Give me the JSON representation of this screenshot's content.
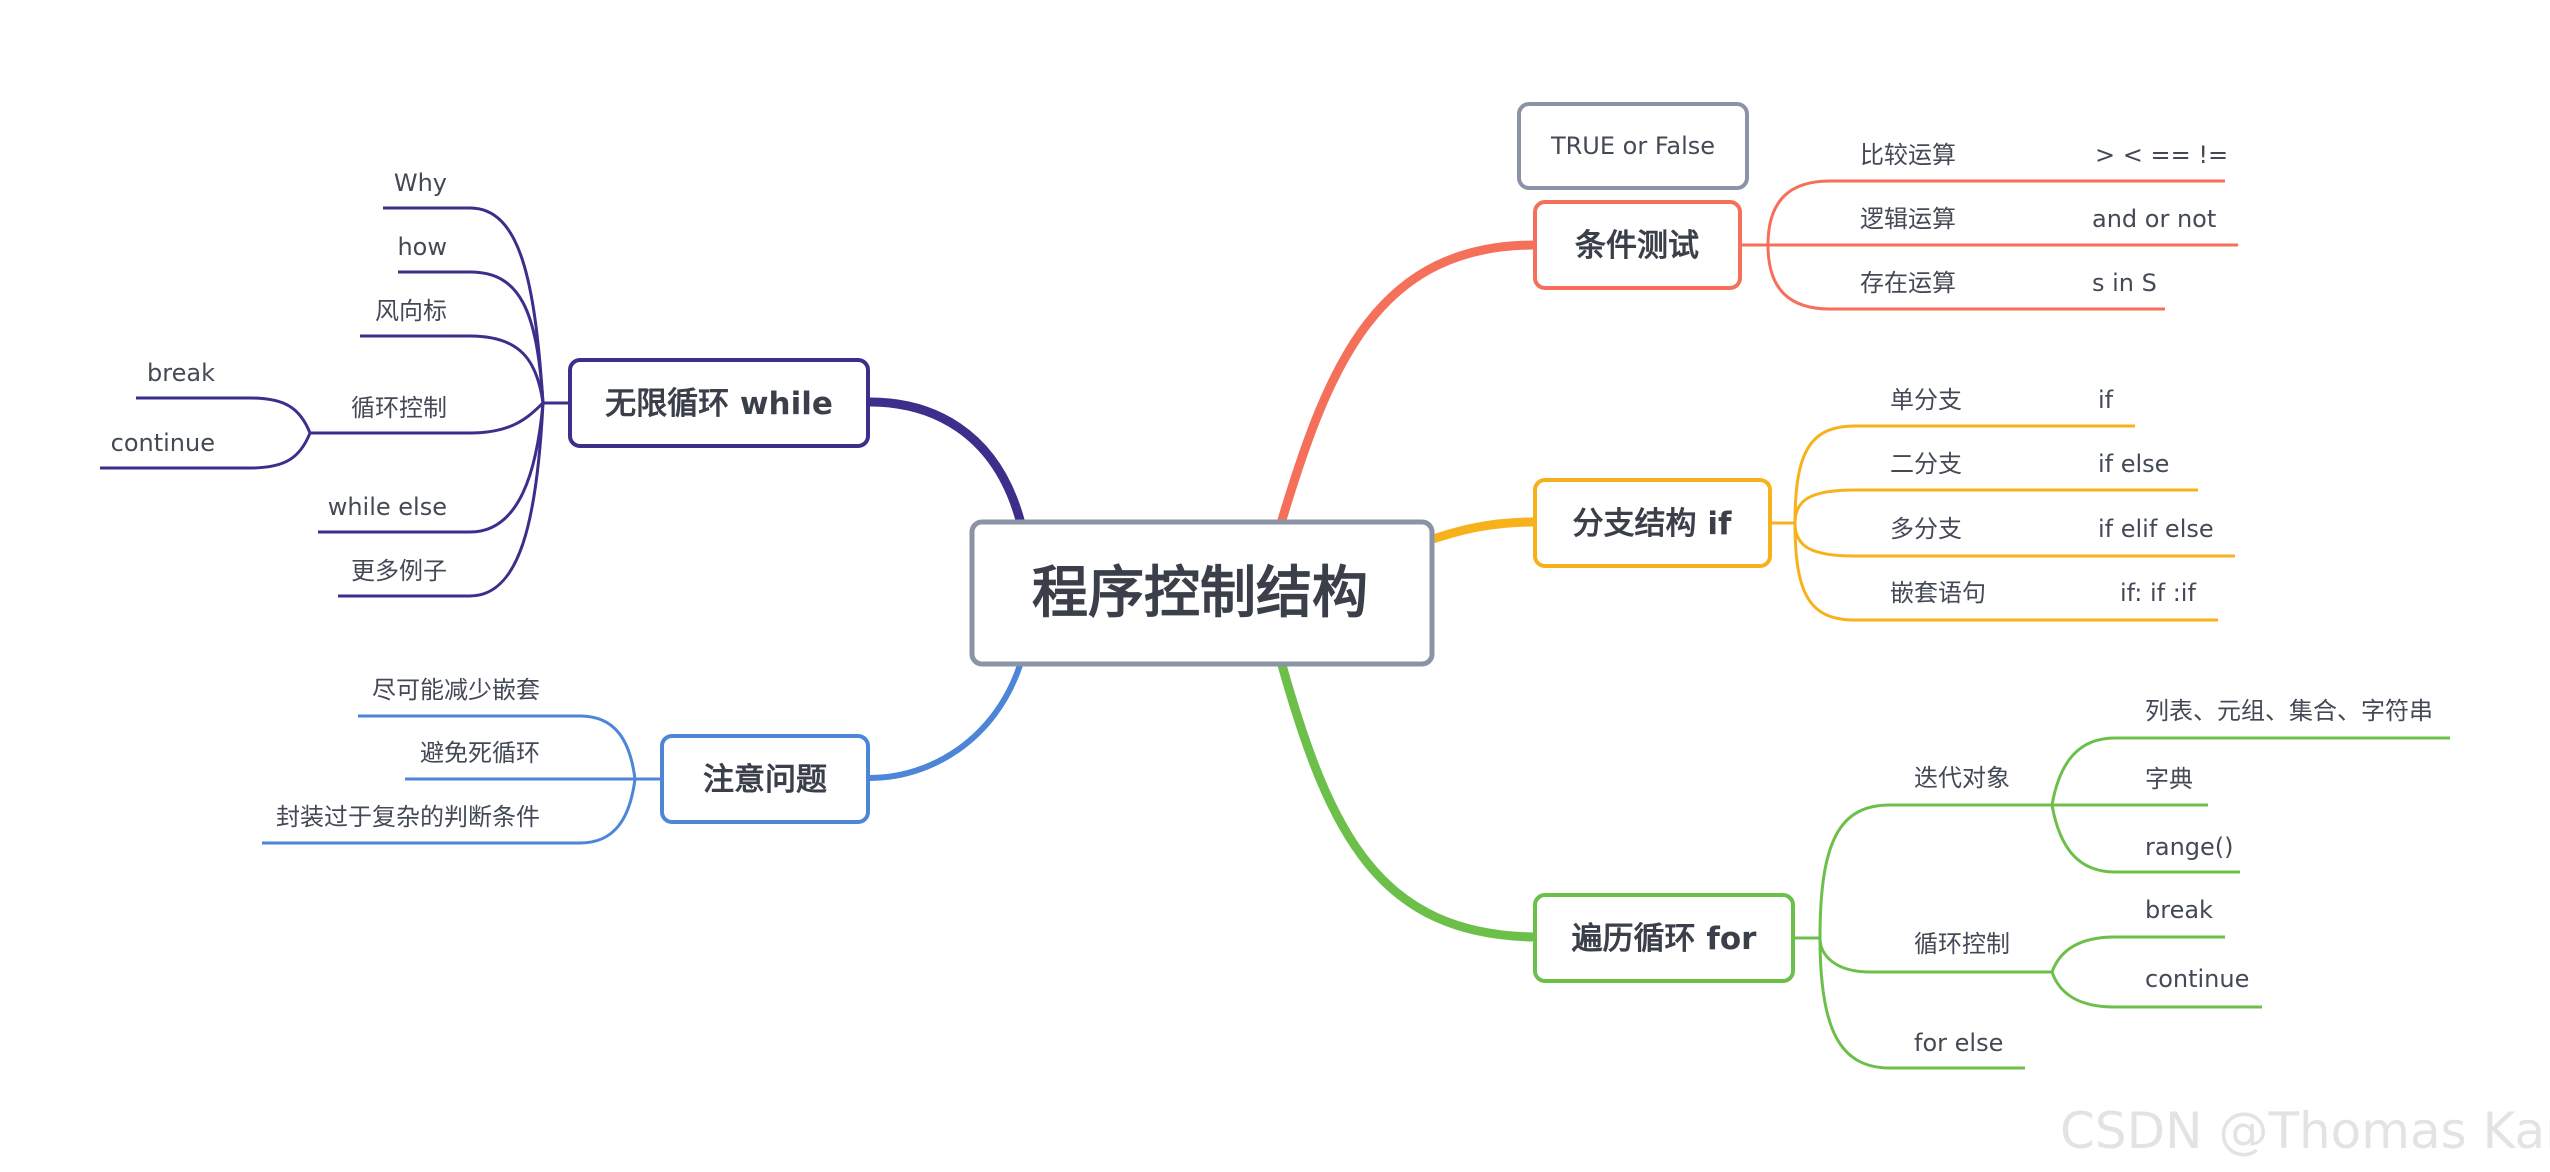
{
  "colors": {
    "red": "#f4705a",
    "orange": "#f7b21b",
    "green": "#6cc04a",
    "navy": "#3d2e8c",
    "blue": "#4d86d6",
    "gray": "#8a94a6",
    "text": "#444a55"
  },
  "root": {
    "label": "程序控制结构"
  },
  "floating": {
    "label": "TRUE or False"
  },
  "condition": {
    "label": "条件测试",
    "items": [
      {
        "label": "比较运算",
        "detail": ">  <  ==  !="
      },
      {
        "label": "逻辑运算",
        "detail": "and  or  not"
      },
      {
        "label": "存在运算",
        "detail": "s in S"
      }
    ]
  },
  "branch": {
    "label": "分支结构 if",
    "items": [
      {
        "label": "单分支",
        "detail": "if"
      },
      {
        "label": "二分支",
        "detail": "if   else"
      },
      {
        "label": "多分支",
        "detail": "if  elif  else"
      },
      {
        "label": "嵌套语句",
        "detail": "if:  if :if"
      }
    ]
  },
  "forloop": {
    "label": "遍历循环 for",
    "iter": {
      "label": "迭代对象",
      "items": [
        "列表、元组、集合、字符串",
        "字典",
        "range()"
      ]
    },
    "control": {
      "label": "循环控制",
      "items": [
        "break",
        "continue"
      ]
    },
    "forelse": "for   else"
  },
  "whileloop": {
    "label": "无限循环 while",
    "items": [
      "Why",
      "how",
      "风向标",
      "循环控制",
      "while  else",
      "更多例子"
    ],
    "control_items": [
      "break",
      "continue"
    ]
  },
  "notes": {
    "label": "注意问题",
    "items": [
      "尽可能减少嵌套",
      "避免死循环",
      "封装过于复杂的判断条件"
    ]
  },
  "watermark": "CSDN @Thomas Kant"
}
